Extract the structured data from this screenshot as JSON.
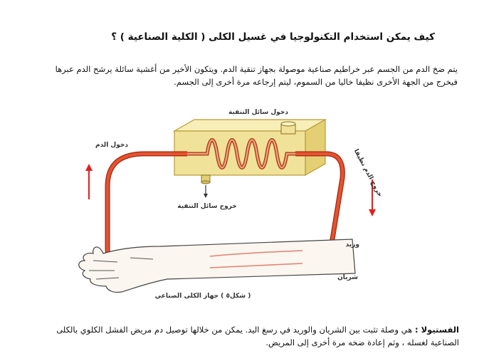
{
  "heading": "كيف يمكن استخدام التكنولوجيا في غسيل الكلى ( الكلية الصناعية )  ؟",
  "intro": {
    "line1": "يتم ضخ الدم من الجسم عبر خراطيم صناعية موصولة بجهاز تنقية الدم. ويتكون الأخير من أغشية سائلة يرشح الدم عبرها",
    "line2": "فيخرج من الجهة الأخرى نظيفا خاليا من السموم، ليتم إرجاعه مرة أخرى إلى الجسم."
  },
  "diagram": {
    "label_fluid_in": "دخول سائل التنقية",
    "label_blood_in": "دخول الدم",
    "label_fluid_out": "خروج سائل التنقية",
    "label_blood_out": "خروج الدم نظيفا",
    "label_vein": "وريد",
    "label_artery": "شريان",
    "caption": "( شكل٥ ) جهاز الكلى الصناعي",
    "colors": {
      "box": "#f1e29a",
      "box_edge": "#b89b32",
      "tube": "#e8532e",
      "tube_edge": "#a8321a",
      "arrow": "#e02020"
    }
  },
  "footer": {
    "term": "الفستيولا :",
    "line1_rest": " هي وصلة تثبت بين الشريان والوريد في رسغ اليد. يمكن من خلالها توصيل دم مريض الفشل الكلوي بالكلى",
    "line2": "الصناعية لغسله ، وثم إعادة ضخه مرة أخرى إلى المريض."
  }
}
